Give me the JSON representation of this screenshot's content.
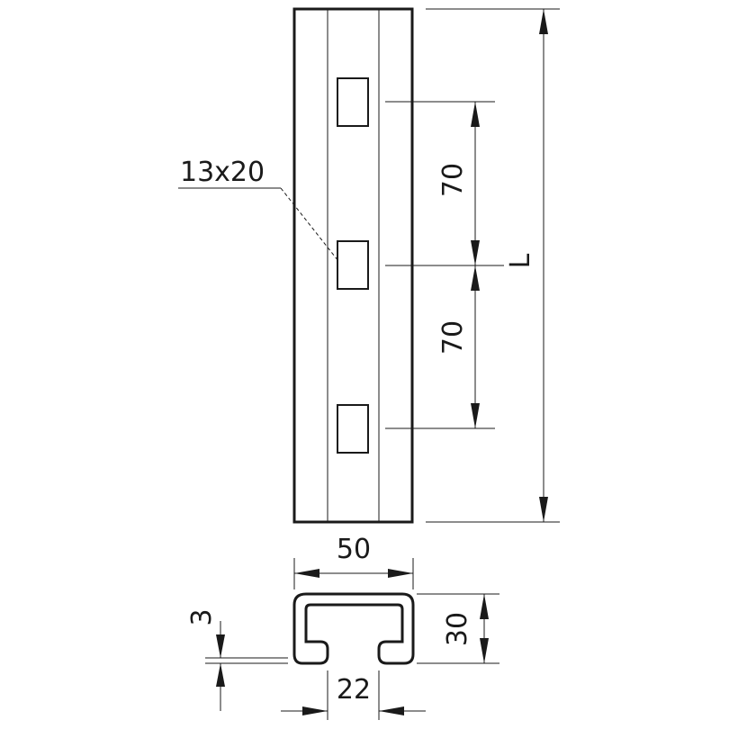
{
  "drawing": {
    "slot_label": "13x20",
    "spacing_upper": "70",
    "spacing_lower": "70",
    "length_label": "L",
    "width_label": "50",
    "height_label": "30",
    "wall_label": "3",
    "opening_label": "22"
  },
  "colors": {
    "line": "#1a1a1a",
    "background": "#ffffff"
  }
}
